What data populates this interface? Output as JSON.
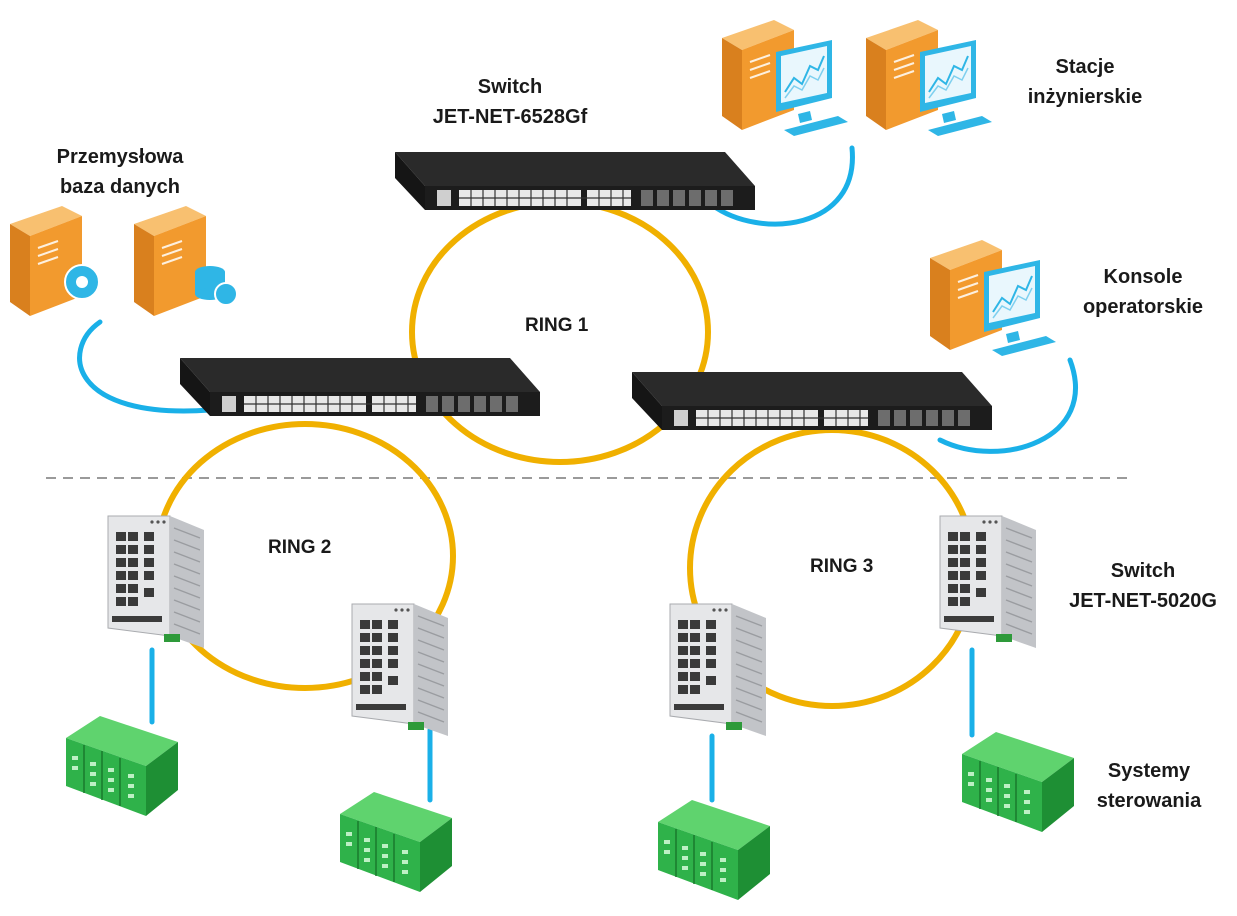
{
  "labels": {
    "core_switch": {
      "line1": "Switch",
      "line2": "JET-NET-6528Gf"
    },
    "database": {
      "line1": "Przemysłowa",
      "line2": "baza danych"
    },
    "engineering": {
      "line1": "Stacje",
      "line2": "inżynierskie"
    },
    "operator": {
      "line1": "Konsole",
      "line2": "operatorskie"
    },
    "edge_switch": {
      "line1": "Switch",
      "line2": "JET-NET-5020G"
    },
    "control": {
      "line1": "Systemy",
      "line2": "sterowania"
    }
  },
  "rings": {
    "ring1": "RING 1",
    "ring2": "RING 2",
    "ring3": "RING 3"
  },
  "colors": {
    "ring_link": "#f0b000",
    "device_link": "#1ab0e8",
    "rack_switch": "#222222",
    "din_switch": "#d9dadc",
    "computer": "#f29a2e",
    "monitor": "#2fb6e6",
    "plc": "#2fb24a",
    "divider": "#9a9a9a"
  },
  "icons": [
    "server-gear-icon",
    "server-database-icon",
    "workstation-icon",
    "rack-switch-icon",
    "din-rail-switch-icon",
    "plc-controller-icon"
  ]
}
